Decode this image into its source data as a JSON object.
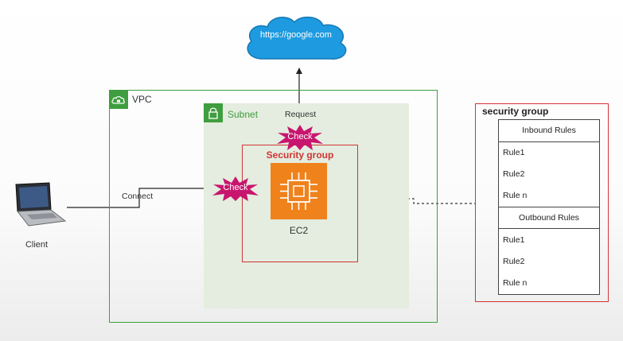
{
  "cloud": {
    "label": "https://google.com"
  },
  "vpc": {
    "label": "VPC"
  },
  "subnet": {
    "label": "Subnet"
  },
  "ec2_security_group": {
    "label": "Security group"
  },
  "ec2": {
    "label": "EC2"
  },
  "wires": {
    "request_label": "Request",
    "connect_label": "Connect"
  },
  "checks": {
    "top": "Check",
    "left": "Check"
  },
  "client": {
    "label": "Client"
  },
  "security_group_panel": {
    "title": "security group",
    "inbound": {
      "header": "Inbound Rules",
      "rules": [
        "Rule1",
        "Rule2",
        "Rule n"
      ]
    },
    "outbound": {
      "header": "Outbound Rules",
      "rules": [
        "Rule1",
        "Rule2",
        "Rule n"
      ]
    }
  },
  "colors": {
    "vpc_green": "#3f9e3f",
    "subnet_fill": "#e4eddf",
    "security_red": "#d13434",
    "ec2_orange": "#f0821c",
    "cloud_blue": "#1e9be0",
    "check_magenta": "#c8156e"
  },
  "icons": {
    "vpc": "cloud-lock-icon",
    "subnet": "padlock-icon",
    "ec2": "chip-icon",
    "client": "laptop-icon",
    "internet": "cloud-icon"
  }
}
